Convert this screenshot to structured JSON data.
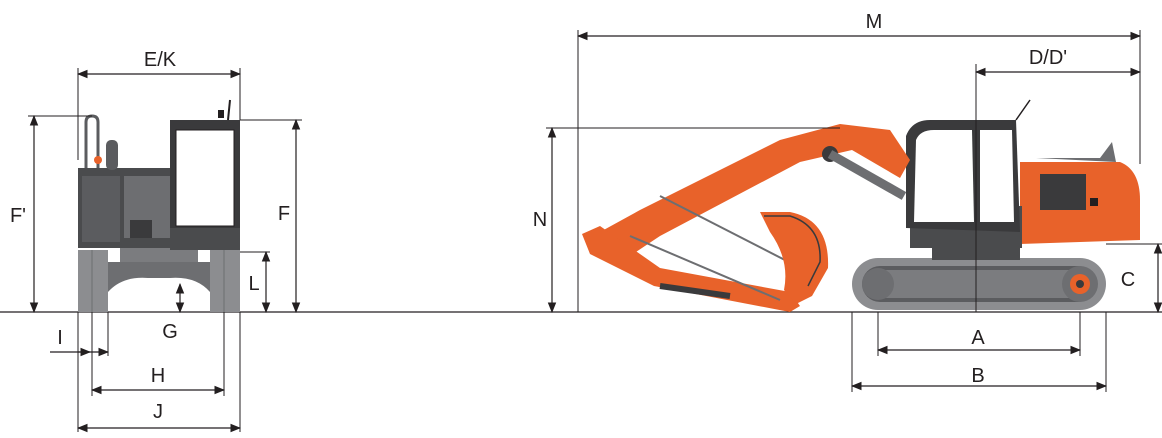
{
  "labels": {
    "ek": "E/K",
    "f_prime": "F'",
    "f": "F",
    "l": "L",
    "g": "G",
    "i": "I",
    "h": "H",
    "j": "J",
    "m": "M",
    "d": "D/D'",
    "n": "N",
    "c": "C",
    "a": "A",
    "b": "B"
  },
  "colors": {
    "body_orange": "#e8622a",
    "cab_gray": "#6d6e71",
    "dark_gray": "#3a3a3c",
    "track_gray": "#8c8d90",
    "line": "#231f20"
  }
}
